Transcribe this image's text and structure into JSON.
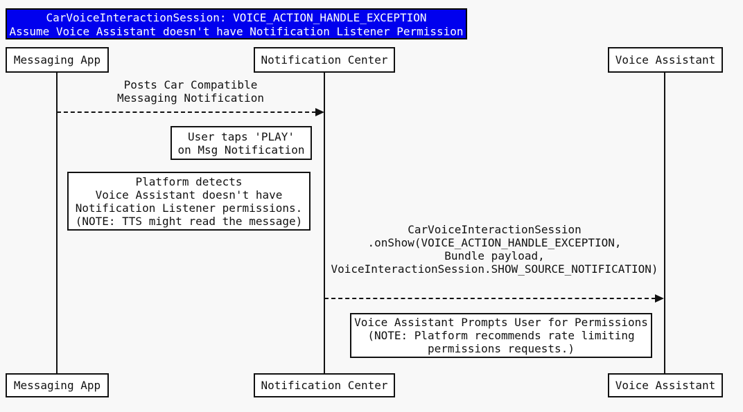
{
  "colors": {
    "background": "#f8f8f8",
    "title_background": "#0000ee",
    "title_text": "#ffffff",
    "line_and_text": "#111111",
    "box_background": "#ffffff"
  },
  "title": {
    "line1": "CarVoiceInteractionSession: VOICE_ACTION_HANDLE_EXCEPTION",
    "line2": "Assume Voice Assistant doesn't have Notification Listener Permission"
  },
  "participants": [
    {
      "label": "Messaging App"
    },
    {
      "label": "Notification Center"
    },
    {
      "label": "Voice Assistant"
    }
  ],
  "messages": [
    {
      "from": "Messaging App",
      "to": "Notification Center",
      "style": "dashed-arrow",
      "lines": [
        "Posts Car Compatible",
        "Messaging Notification"
      ]
    },
    {
      "from": "Notification Center",
      "to": "Voice Assistant",
      "style": "dashed-arrow",
      "lines": [
        "CarVoiceInteractionSession",
        ".onShow(VOICE_ACTION_HANDLE_EXCEPTION,",
        "Bundle payload,",
        "VoiceInteractionSession.SHOW_SOURCE_NOTIFICATION)"
      ]
    }
  ],
  "notes": [
    {
      "lines": [
        "User taps 'PLAY'",
        "on Msg Notification"
      ]
    },
    {
      "lines": [
        "Platform detects",
        "Voice Assistant doesn't have",
        "Notification Listener permissions.",
        "(NOTE: TTS might read the message)"
      ]
    },
    {
      "lines": [
        "Voice Assistant Prompts User for Permissions",
        "(NOTE: Platform recommends rate limiting",
        "permissions requests.)"
      ]
    }
  ]
}
